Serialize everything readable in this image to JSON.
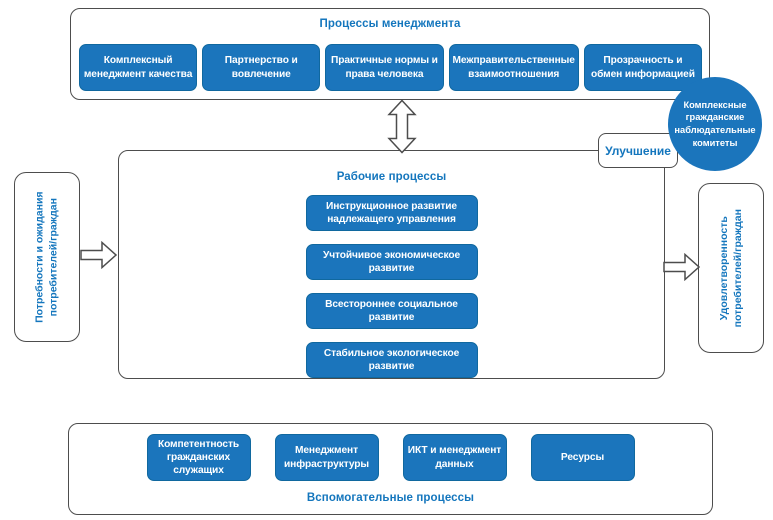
{
  "colors": {
    "box_blue": "#1b75bc",
    "label_blue": "#1476bd",
    "border_gray": "#4d4d4d",
    "box_text": "#ffffff"
  },
  "top_section": {
    "title": "Процессы менеджмента",
    "boxes": [
      {
        "label": "Комплексный менеджмент качества"
      },
      {
        "label": "Партнерство и вовлечение"
      },
      {
        "label": "Практичные нормы и права человека"
      },
      {
        "label": "Межправительственные взаимоотношения"
      },
      {
        "label": "Прозрачность и обмен информацией"
      }
    ]
  },
  "work_section": {
    "title": "Рабочие процессы",
    "boxes": [
      {
        "label": "Инструкционное развитие надлежащего управления"
      },
      {
        "label": "Учтойчивое экономическое развитие"
      },
      {
        "label": "Всестороннее социальное развитие"
      },
      {
        "label": "Стабильное экологическое развитие"
      }
    ]
  },
  "support_section": {
    "title": "Вспомогательные процессы",
    "boxes": [
      {
        "label": "Компетентность гражданских служащих"
      },
      {
        "label": "Менеджмент инфраструктуры"
      },
      {
        "label": "ИКТ и менеджмент данных"
      },
      {
        "label": "Ресурсы"
      }
    ]
  },
  "input_box": {
    "line1": "Потребности и ожидания",
    "line2": "потребителей/граждан"
  },
  "output_box": {
    "line1": "Удовлетворенность",
    "line2": "потребителей/граждан"
  },
  "improvement_box": {
    "label": "Улучшение"
  },
  "committee_circle": {
    "label": "Комплексные гражданские наблюдательные комитеты"
  }
}
